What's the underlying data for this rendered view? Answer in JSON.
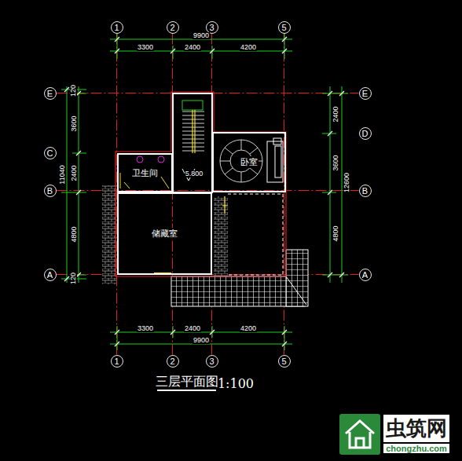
{
  "diagram": {
    "title": "三层平面图",
    "nodes": [
      {
        "text": [
          "1"
        ]
      },
      {
        "text": [
          "2"
        ]
      },
      {
        "text": [
          "3"
        ]
      },
      {
        "text": [
          "5"
        ]
      },
      {
        "text": [
          "E"
        ]
      },
      {
        "text": [
          "E"
        ]
      },
      {
        "text": [
          "D"
        ]
      },
      {
        "text": [
          "C"
        ]
      },
      {
        "text": [
          "卫生间"
        ]
      },
      {
        "text": [
          "卧室"
        ]
      },
      {
        "text": [
          "B"
        ]
      },
      {
        "text": [
          "B"
        ]
      },
      {
        "text": [
          "储藏室"
        ]
      },
      {
        "text": [
          "A"
        ]
      },
      {
        "text": [
          "A"
        ]
      },
      {
        "text": [
          "1"
        ]
      },
      {
        "text": [
          "2"
        ]
      },
      {
        "text": [
          "3"
        ]
      },
      {
        "text": [
          "5"
        ]
      }
    ],
    "edges": [
      {
        "from": 0,
        "to": 15,
        "arrow": "none"
      },
      {
        "from": 1,
        "to": 16,
        "arrow": "none"
      },
      {
        "from": 2,
        "to": 17,
        "arrow": "none"
      },
      {
        "from": 3,
        "to": 18,
        "arrow": "none"
      },
      {
        "from": 4,
        "to": 5,
        "arrow": "none"
      },
      {
        "from": 10,
        "to": 11,
        "arrow": "none"
      },
      {
        "from": 13,
        "to": 14,
        "arrow": "none"
      }
    ],
    "labels": [
      "3300",
      "2400",
      "4200",
      "9900",
      "3300",
      "2400",
      "4200",
      "9900",
      "120",
      "3600",
      "2400",
      "4800",
      "120",
      "11040",
      "2400",
      "3600",
      "4800",
      "12600",
      "5.800",
      "1:100",
      "虫筑网",
      "chongzhu.com"
    ]
  }
}
